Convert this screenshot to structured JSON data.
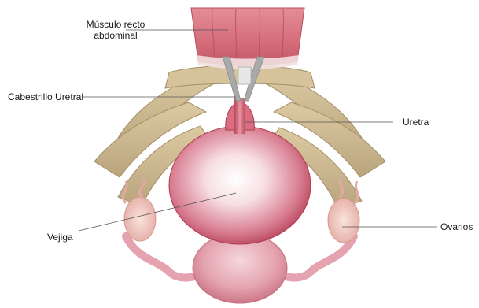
{
  "labels": {
    "muscle_line1": "Músculo recto",
    "muscle_line2": "abdominal",
    "sling": "Cabestrillo Uretral",
    "urethra": "Uretra",
    "bladder": "Vejiga",
    "ovaries": "Ovarios"
  },
  "colors": {
    "muscle": "#d9707c",
    "muscle_dark": "#b94b58",
    "fascia": "#f2e0e0",
    "pelvic_band": "#c9b68f",
    "pelvic_band_dark": "#a48f66",
    "sling": "#a7a9ab",
    "bladder_light": "#ffffff",
    "bladder_dark": "#b23a52",
    "uterus": "#e4a3ae",
    "ovary": "#f1c8c0",
    "leader_line": "#555555"
  }
}
